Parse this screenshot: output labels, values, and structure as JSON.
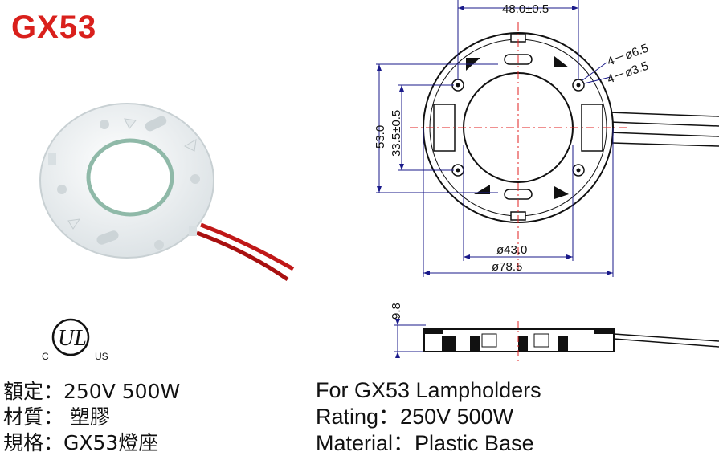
{
  "model": "GX53",
  "specs_cn": {
    "rating": "額定：250V  500W",
    "material": "材質： 塑膠",
    "spec": "規格：GX53燈座"
  },
  "specs_en": {
    "title": "For GX53 Lampholders",
    "rating": "Rating：250V  500W",
    "material": "Material：Plastic Base"
  },
  "dimensions": {
    "width": "48.0±0.5",
    "hole_large": "4－ø6.5",
    "hole_small": "4－ø3.5",
    "height": "53.0",
    "hole_spacing": "33.5±0.5",
    "inner_dia": "ø43.0",
    "outer_dia": "ø78.5",
    "thickness": "9.8"
  },
  "cert": {
    "c": "C",
    "us": "US",
    "ul": "UL"
  },
  "colors": {
    "title": "#d9201c",
    "dimension_line": "#1a1a8a",
    "centerline": "#e02020",
    "wire": "#c01818"
  }
}
